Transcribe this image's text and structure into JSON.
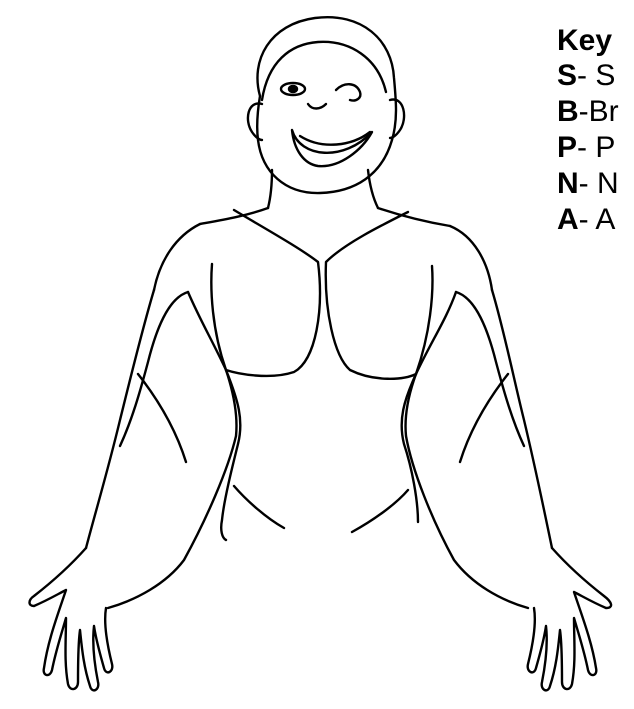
{
  "key": {
    "title": "Key",
    "entries": [
      {
        "letter": "S",
        "text": "- S"
      },
      {
        "letter": "B",
        "text": "-Br"
      },
      {
        "letter": "P",
        "text": "- P"
      },
      {
        "letter": "N",
        "text": "- N"
      },
      {
        "letter": "A",
        "text": "- A"
      }
    ]
  },
  "colors": {
    "stroke": "#000000",
    "background": "#ffffff"
  }
}
